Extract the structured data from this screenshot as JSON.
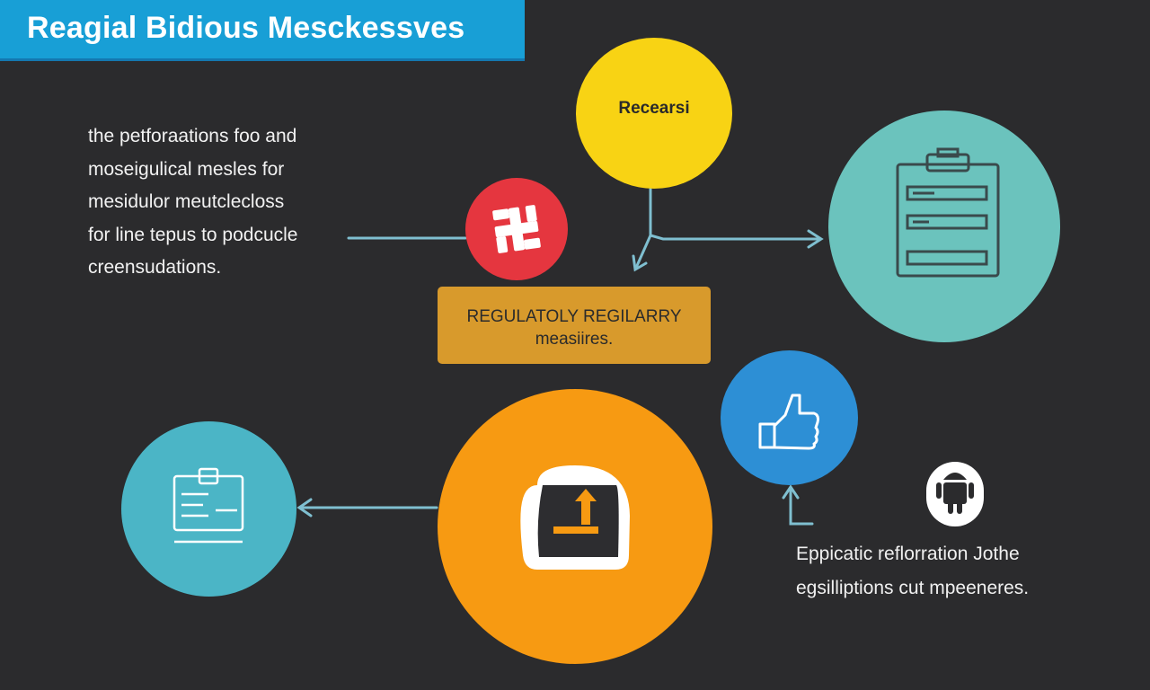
{
  "header": {
    "title": "Reagial Bidious Mesckessves"
  },
  "left_description": {
    "lines": [
      "the petforaations foo and",
      "moseigulical mesles for",
      "mesidulor meutclecloss",
      "for line tepus to podcucle",
      "creensudations."
    ]
  },
  "nodes": {
    "yellow_circle": {
      "label": "Recearsi",
      "color": "#f8d314"
    },
    "red_circle": {
      "icon": "swastika-like-icon",
      "color": "#e5363f"
    },
    "teal_circle_right": {
      "icon": "clipboard-icon",
      "color": "#6bc3bd"
    },
    "blue_circle": {
      "icon": "thumbs-up-icon",
      "color": "#2d8fd5"
    },
    "teal_circle_left": {
      "icon": "clipboard-document-icon",
      "color": "#4bb5c6"
    },
    "orange_circle": {
      "icon": "upload-arrow-icon",
      "color": "#f79a12"
    },
    "android_badge": {
      "icon": "android-icon"
    }
  },
  "callout": {
    "line1": "REGULATOLY REGILARRY",
    "line2": "measiires.",
    "color": "#d89a2c"
  },
  "right_description": {
    "lines": [
      "Eppicatic reflorration Jothe",
      "egsilliptions cut mpeeneres."
    ]
  },
  "colors": {
    "background": "#2b2b2d",
    "connector": "#7fbfd0",
    "title_bar": "#189fd6"
  }
}
